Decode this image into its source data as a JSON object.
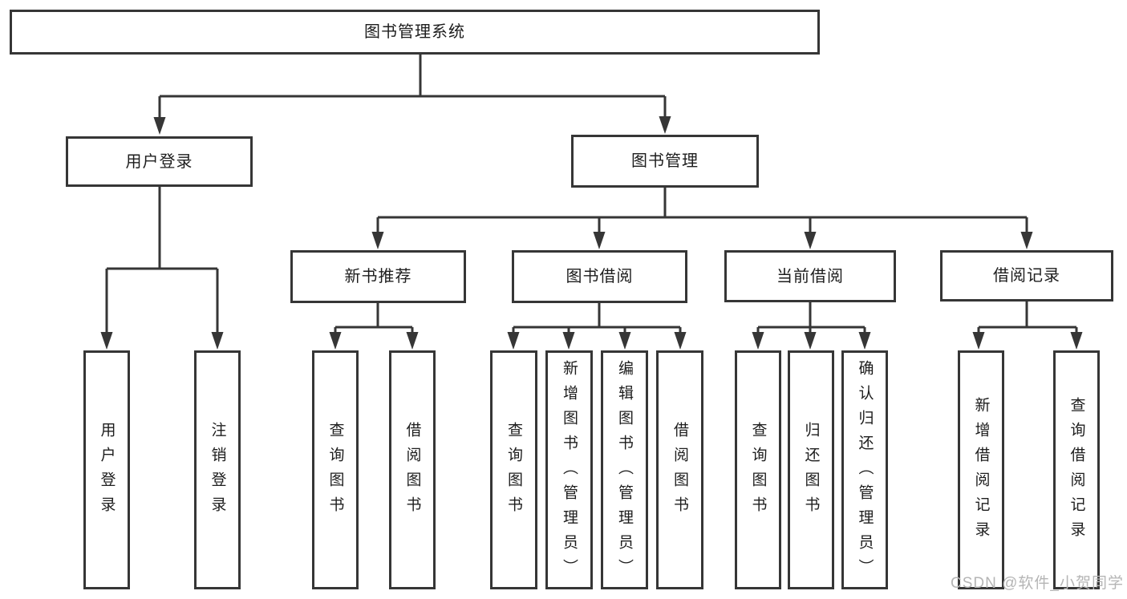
{
  "diagram_title": "图书管理系统",
  "nodes": {
    "root": "图书管理系统",
    "user_login": "用户登录",
    "book_mgmt": "图书管理",
    "new_book_rec": "新书推荐",
    "book_borrow": "图书借阅",
    "current_borrow": "当前借阅",
    "borrow_record": "借阅记录",
    "ul_user_login": "用户登录",
    "ul_logout": "注销登录",
    "nr_query_book": "查询图书",
    "nr_borrow_book": "借阅图书",
    "bb_query_book": "查询图书",
    "bb_add_book": "新增图书（管理员）",
    "bb_edit_book": "编辑图书（管理员）",
    "bb_borrow_book": "借阅图书",
    "cb_query_book": "查询图书",
    "cb_return_book": "归还图书",
    "cb_confirm_return": "确认归还（管理员）",
    "br_add_record": "新增借阅记录",
    "br_query_record": "查询借阅记录"
  },
  "watermark": "CSDN @软件_小贺同学",
  "colors": {
    "line": "#363636",
    "text": "#1d1d1d",
    "background": "#ffffff",
    "watermark": "#b5b5b5"
  }
}
